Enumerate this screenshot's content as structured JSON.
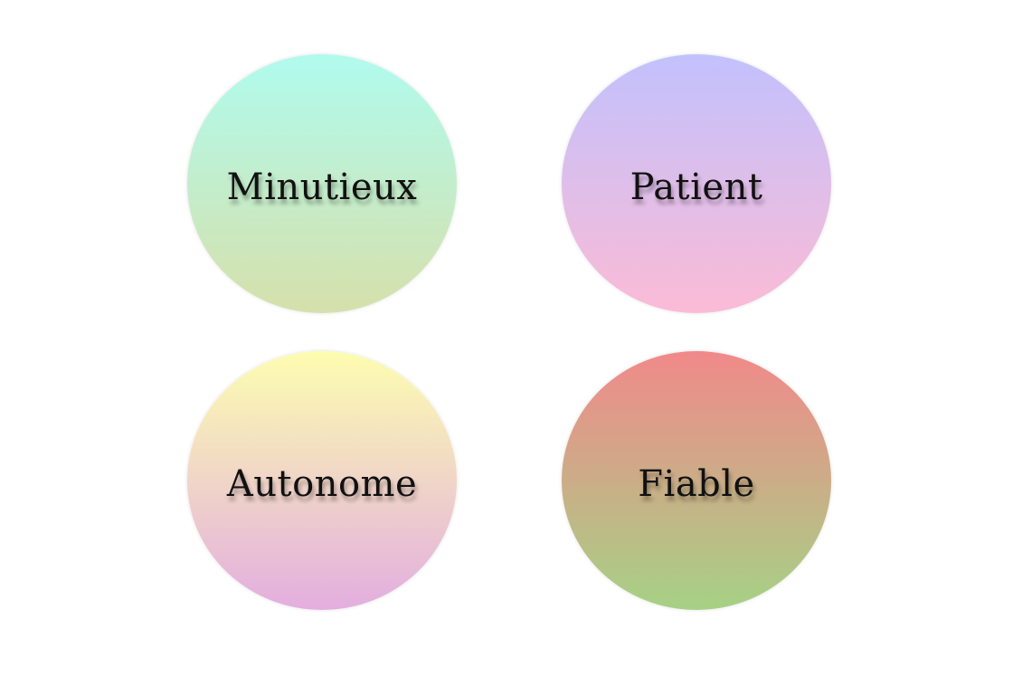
{
  "circles": [
    {
      "label": "Minutieux",
      "color_top": "#b0fbee",
      "color_bottom": "#d6e0ab"
    },
    {
      "label": "Patient",
      "color_top": "#c2c1fd",
      "color_bottom": "#fbbbd6"
    },
    {
      "label": "Autonome",
      "color_top": "#fdfdb0",
      "color_bottom": "#e3aedf"
    },
    {
      "label": "Fiable",
      "color_top": "#f1898a",
      "color_bottom": "#a6d185"
    }
  ]
}
